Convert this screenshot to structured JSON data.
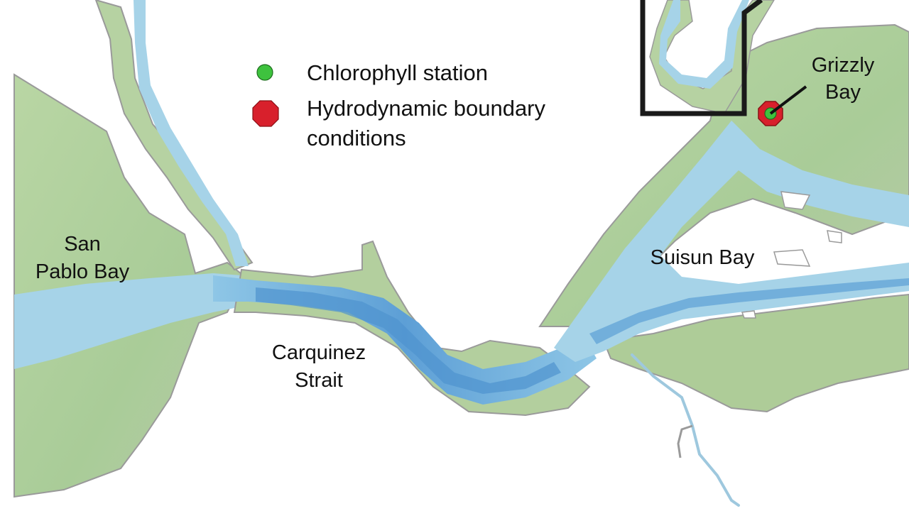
{
  "legend": {
    "items": [
      {
        "symbol": "green-circle",
        "label": "Chlorophyll station"
      },
      {
        "symbol": "red-octagon",
        "label_lines": [
          "Hydrodynamic boundary",
          "conditions"
        ]
      }
    ]
  },
  "places": {
    "san_pablo_bay": [
      "San",
      "Pablo Bay"
    ],
    "carquinez_strait": [
      "Carquinez",
      "Strait"
    ],
    "suisun_bay": [
      "Suisun Bay"
    ],
    "grizzly_bay": [
      "Grizzly",
      "Bay"
    ]
  },
  "colors": {
    "land": "#a9cf9a",
    "water_shallow": "#a6d3e8",
    "water_deep": "#5b9fd4",
    "shore_outline": "#9a9a9a",
    "station_green": "#3ec23e",
    "boundary_red": "#d8202c",
    "frame": "#1a1a1a"
  }
}
